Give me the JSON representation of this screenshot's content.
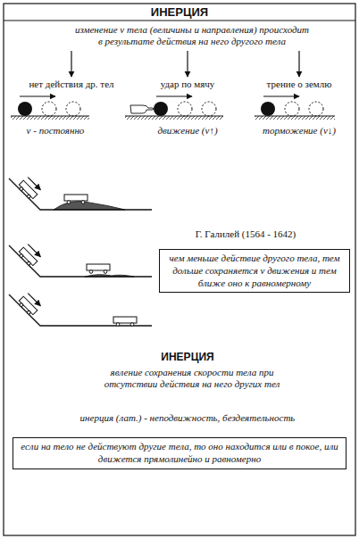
{
  "diagram": {
    "title": "ИНЕРЦИЯ",
    "nodes": [
      {
        "text": [
          "чем меньше действие другого тела, тем дольше сохраняется v движения и тем ближе оно к равномерному"
        ]
      },
      {
        "text": [
          "если на тело не действуют другие тела, то оно находится или в покое, или движется прямолинейно и равномерно"
        ]
      }
    ],
    "labels": [
      "изменение v тела (величины и направления) происходит в результате действия на него другого тела",
      "нет действия др. тел",
      "удар по мячу",
      "трение о землю",
      "v - постоянно",
      "движение (v↑)",
      "торможение (v↓)",
      "Г. Галилей (1564 - 1642)",
      "ИНЕРЦИЯ",
      "явление сохранения скорости тела при отсутствии действия на него других тел",
      "инерция (лат.) - неподвижность, бездеятельность"
    ]
  }
}
